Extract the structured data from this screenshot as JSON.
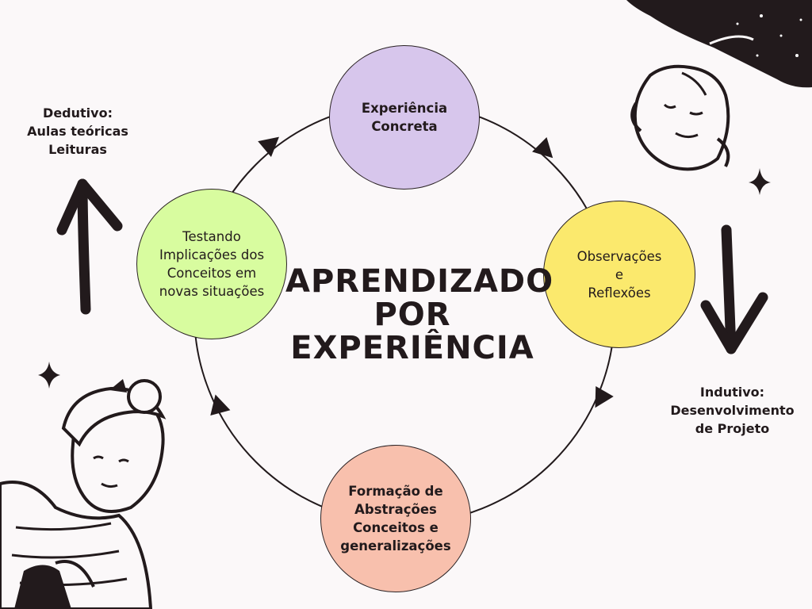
{
  "center_title": "APRENDIZADO\nPOR\nEXPERIÊNCIA",
  "nodes": {
    "top": "Experiência\nConcreta",
    "right": "Observações\ne\nReflexões",
    "bottom": "Formação de\nAbstrações\nConceitos e\ngeneralizações",
    "left": "Testando\nImplicações dos\nConceitos em\nnovas situações"
  },
  "side_labels": {
    "deductive": "Dedutivo:\nAulas teóricas\nLeituras",
    "inductive": "Indutivo:\nDesenvolvimento\nde Projeto"
  },
  "colors": {
    "top_node": "#d7c6ec",
    "right_node": "#fbe96d",
    "bottom_node": "#f8c0ad",
    "left_node": "#d8fc9f",
    "ink": "#221a1c"
  },
  "icons": [
    "up-arrow-icon",
    "down-arrow-icon",
    "sparkle-icon",
    "woman-illustration",
    "man-illustration"
  ]
}
